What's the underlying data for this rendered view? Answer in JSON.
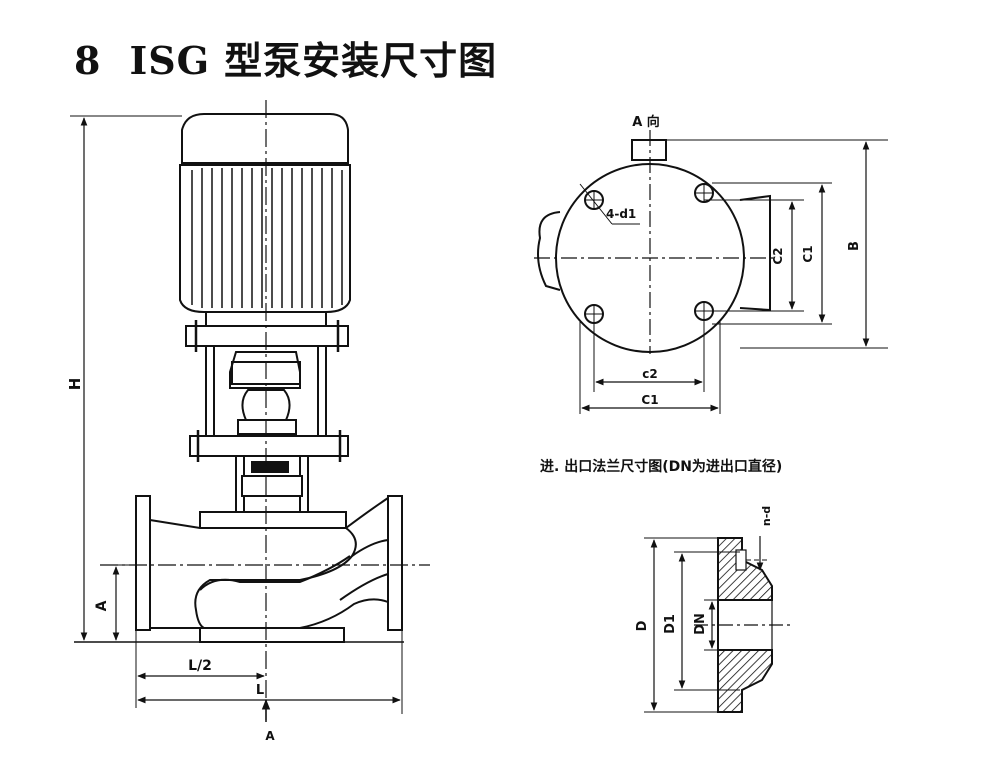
{
  "title": {
    "number": "8",
    "model": "ISG",
    "text": "型泵安装尺寸图"
  },
  "caption": "进. 出口法兰尺寸图(DN为进出口直径)",
  "front_view": {
    "labels": {
      "H": "H",
      "A": "A",
      "L_half": "L/2",
      "L": "L",
      "A_bottom": "A"
    }
  },
  "top_view": {
    "labels": {
      "A_dir": "A 向",
      "hole": "4-d1",
      "C2_vertical": "C2",
      "C1_vertical": "C1",
      "B": "B",
      "c2": "c2",
      "C1": "C1"
    }
  },
  "flange_view": {
    "labels": {
      "n_d": "n-d",
      "D": "D",
      "D1": "D1",
      "DN": "DN"
    }
  }
}
